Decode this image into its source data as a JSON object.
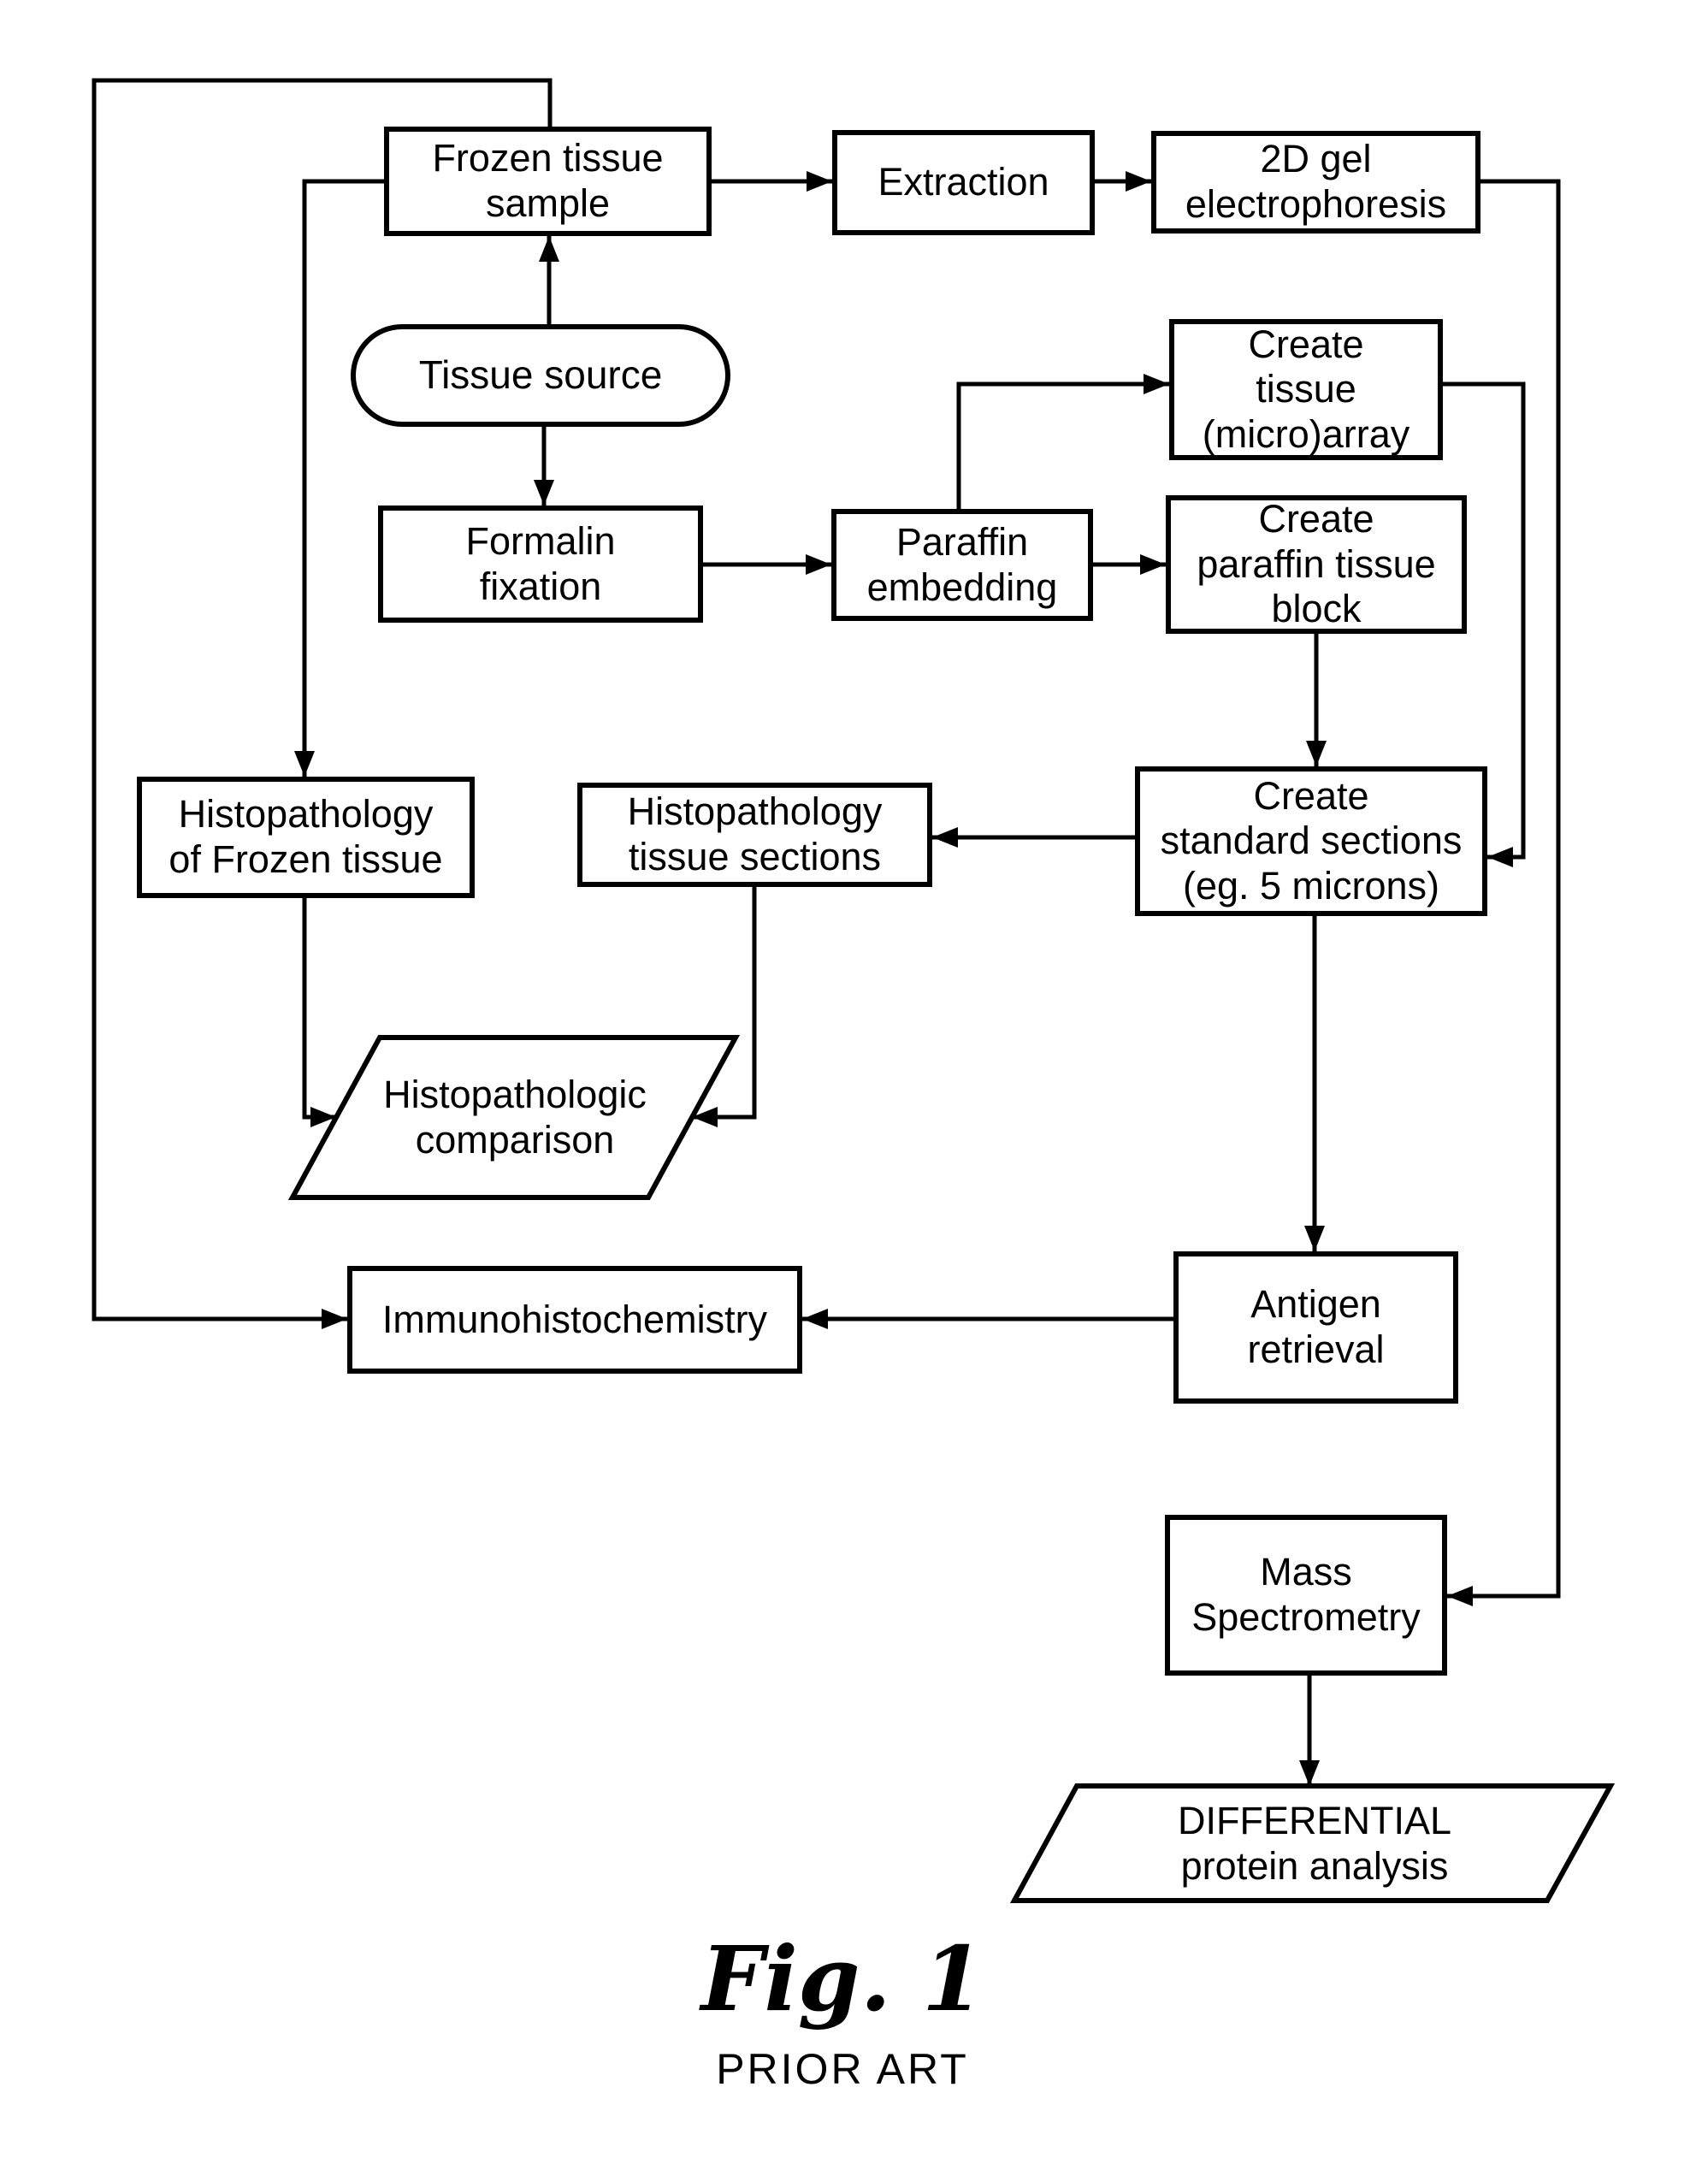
{
  "figure": {
    "caption": "Fig. 1",
    "subcaption": "PRIOR ART",
    "type": "flowchart"
  },
  "colors": {
    "ink": "#000000",
    "background": "#ffffff"
  },
  "nodes": {
    "frozen_tissue_sample": {
      "shape": "rect",
      "lines": [
        "Frozen tissue",
        "sample"
      ]
    },
    "extraction": {
      "shape": "rect",
      "lines": [
        "Extraction"
      ]
    },
    "gel_electrophoresis": {
      "shape": "rect",
      "lines": [
        "2D gel",
        "electrophoresis"
      ]
    },
    "tissue_source": {
      "shape": "stadium",
      "lines": [
        "Tissue source"
      ]
    },
    "formalin_fixation": {
      "shape": "rect",
      "lines": [
        "Formalin",
        "fixation"
      ]
    },
    "paraffin_embedding": {
      "shape": "rect",
      "lines": [
        "Paraffin",
        "embedding"
      ]
    },
    "create_tissue_microarray": {
      "shape": "rect",
      "lines": [
        "Create",
        "tissue",
        "(micro)array"
      ]
    },
    "create_paraffin_tissue_block": {
      "shape": "rect",
      "lines": [
        "Create",
        "paraffin tissue",
        "block"
      ]
    },
    "histopathology_of_frozen_tissue": {
      "shape": "rect",
      "lines": [
        "Histopathology",
        "of Frozen tissue"
      ]
    },
    "histopathology_tissue_sections": {
      "shape": "rect",
      "lines": [
        "Histopathology",
        "tissue sections"
      ]
    },
    "create_standard_sections": {
      "shape": "rect",
      "lines": [
        "Create",
        "standard sections",
        "(eg. 5 microns)"
      ]
    },
    "histopathologic_comparison": {
      "shape": "parallelogram",
      "lines": [
        "Histopathologic",
        "comparison"
      ]
    },
    "immunohistochemistry": {
      "shape": "rect",
      "lines": [
        "Immunohistochemistry"
      ]
    },
    "antigen_retrieval": {
      "shape": "rect",
      "lines": [
        "Antigen",
        "retrieval"
      ]
    },
    "mass_spectrometry": {
      "shape": "rect",
      "lines": [
        "Mass",
        "Spectrometry"
      ]
    },
    "differential_protein_analysis": {
      "shape": "parallelogram",
      "lines": [
        "DIFFERENTIAL",
        "protein analysis"
      ]
    }
  },
  "connections": [
    {
      "from": "tissue_source",
      "to": "frozen_tissue_sample"
    },
    {
      "from": "tissue_source",
      "to": "formalin_fixation"
    },
    {
      "from": "frozen_tissue_sample",
      "to": "extraction"
    },
    {
      "from": "extraction",
      "to": "gel_electrophoresis"
    },
    {
      "from": "formalin_fixation",
      "to": "paraffin_embedding"
    },
    {
      "from": "paraffin_embedding",
      "to": "create_tissue_microarray"
    },
    {
      "from": "paraffin_embedding",
      "to": "create_paraffin_tissue_block"
    },
    {
      "from": "create_paraffin_tissue_block",
      "to": "create_standard_sections"
    },
    {
      "from": "create_tissue_microarray",
      "to": "create_standard_sections"
    },
    {
      "from": "gel_electrophoresis",
      "to": "mass_spectrometry"
    },
    {
      "from": "create_standard_sections",
      "to": "histopathology_tissue_sections"
    },
    {
      "from": "create_standard_sections",
      "to": "antigen_retrieval"
    },
    {
      "from": "histopathology_tissue_sections",
      "to": "histopathologic_comparison"
    },
    {
      "from": "frozen_tissue_sample",
      "to": "histopathology_of_frozen_tissue"
    },
    {
      "from": "histopathology_of_frozen_tissue",
      "to": "histopathologic_comparison"
    },
    {
      "from": "frozen_tissue_sample",
      "to": "immunohistochemistry"
    },
    {
      "from": "antigen_retrieval",
      "to": "immunohistochemistry"
    },
    {
      "from": "mass_spectrometry",
      "to": "differential_protein_analysis"
    }
  ]
}
